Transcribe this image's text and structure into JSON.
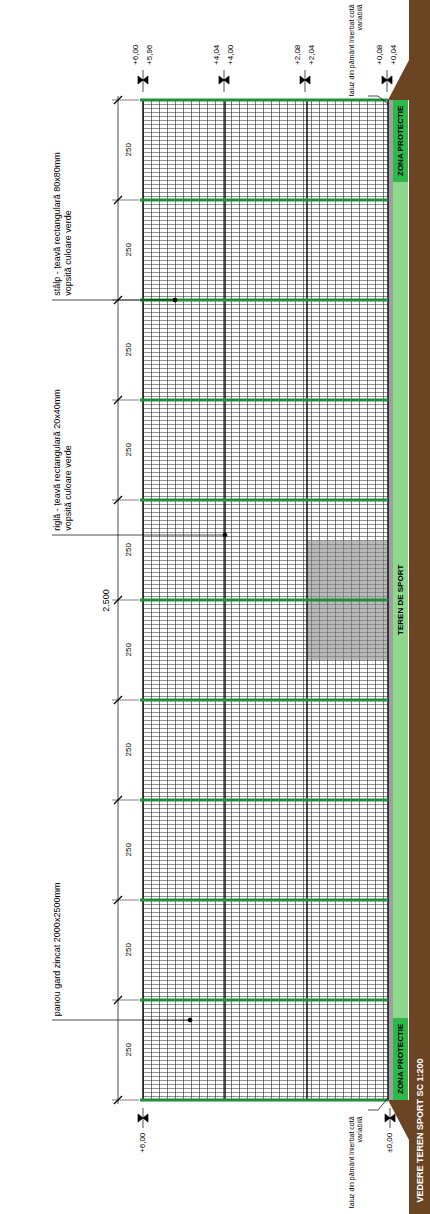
{
  "diagram": {
    "title": "VEDERE TEREN SPORT SC 1:200",
    "nodes": [
      {
        "text": [
          "ZONA PROTECTIE"
        ]
      },
      {
        "text": [
          "TEREN DE SPORT"
        ]
      },
      {
        "text": [
          "ZONA PROTECTIE"
        ]
      }
    ],
    "labels": [
      "stâlp - țeavă rectangulară 80x80mm vopsită culoare verde",
      "riglă - țeavă rectangulară 20x40mm vopsită culoare verde",
      "2.500",
      "panou gard zincat 2000x2500mm",
      "250",
      "250",
      "250",
      "250",
      "250",
      "250",
      "250",
      "250",
      "250",
      "250",
      "+6,00",
      "+5,96",
      "+4,04",
      "+4,00",
      "+2,08",
      "+2,04",
      "taluz din pământ înierbat cotă variabilă",
      "+0,08",
      "+0,04",
      "+6,00",
      "taluz din pământ înierbat cotă variabilă",
      "±0,00"
    ]
  }
}
